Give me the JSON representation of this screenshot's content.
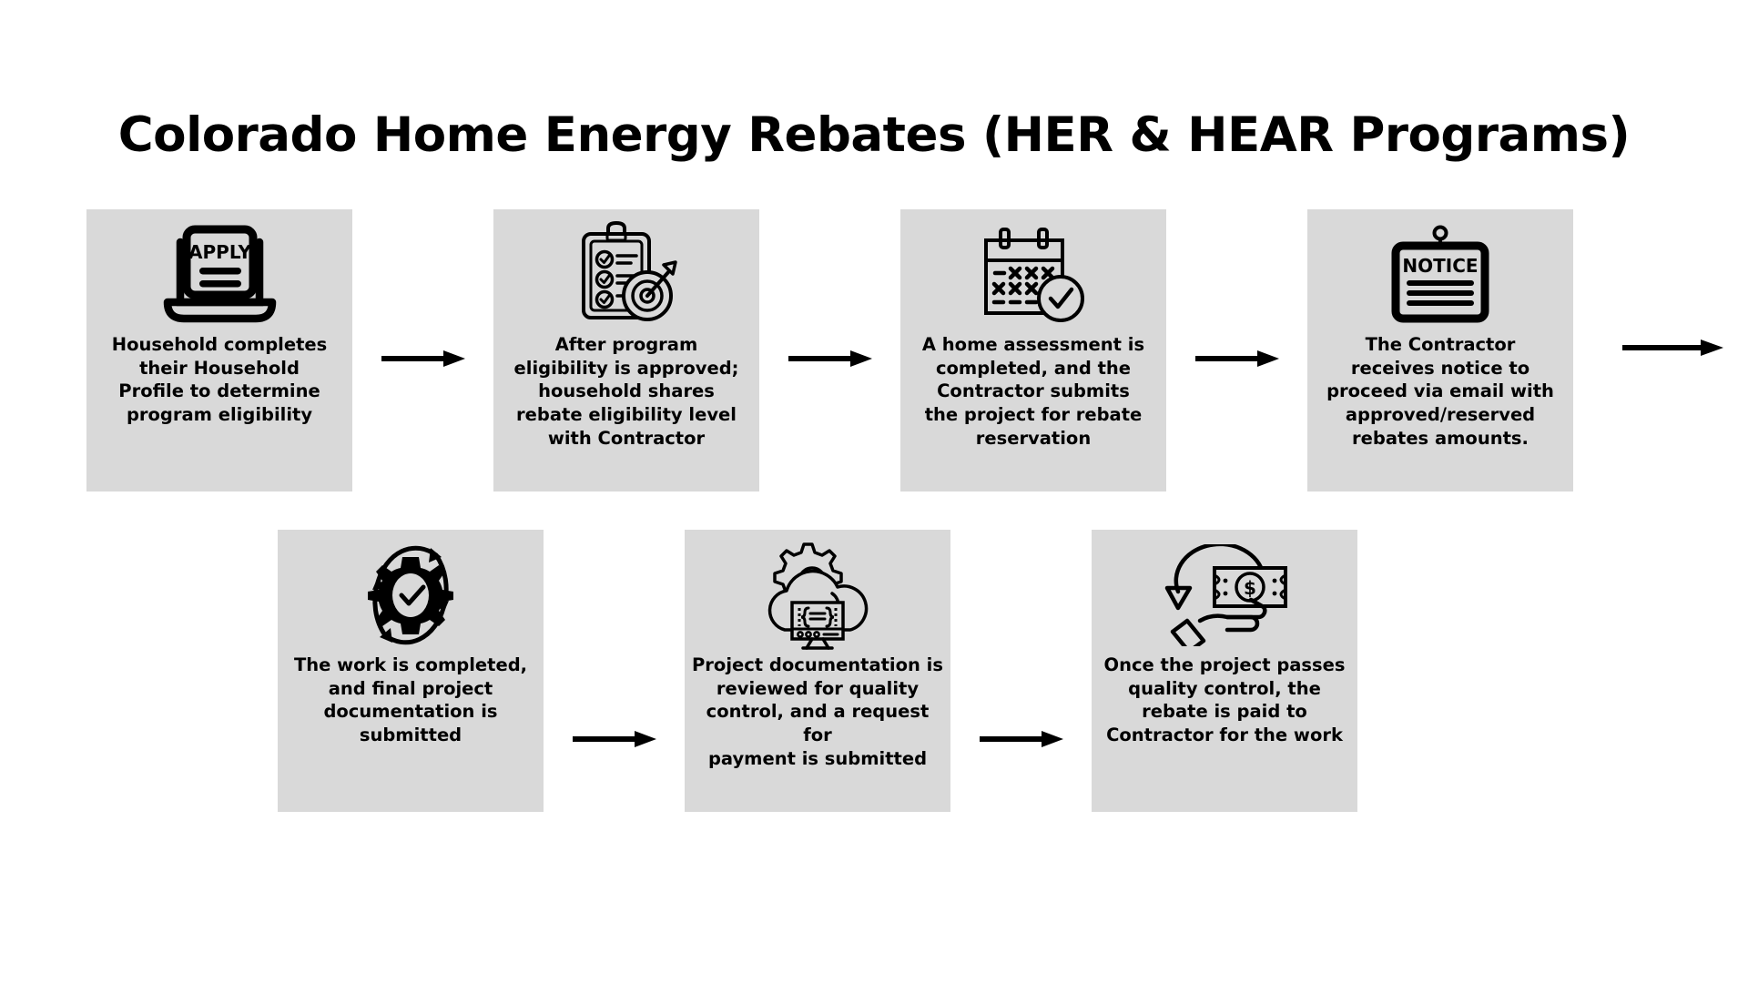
{
  "title": "Colorado Home Energy Rebates (HER & HEAR Programs)",
  "colors": {
    "card_background": "#d9d9d9",
    "page_background": "#ffffff",
    "text": "#000000",
    "arrow": "#000000"
  },
  "icon_labels": {
    "apply": "APPLY",
    "notice": "NOTICE",
    "dollar": "$"
  },
  "flow": {
    "row1": [
      {
        "id": "step-1",
        "icon": "laptop-apply-icon",
        "text": "Household  completes\ntheir Household\nProfile to determine\nprogram eligibility"
      },
      {
        "id": "step-2",
        "icon": "clipboard-target-icon",
        "text": "After program\neligibility is approved;\nhousehold shares\nrebate eligibility level\nwith Contractor"
      },
      {
        "id": "step-3",
        "icon": "calendar-check-icon",
        "text": "A home assessment is\ncompleted, and the\nContractor submits\nthe project for rebate\nreservation"
      },
      {
        "id": "step-4",
        "icon": "notice-board-icon",
        "text": "The Contractor\nreceives notice to\nproceed via email with\napproved/reserved\nrebates amounts."
      }
    ],
    "row2": [
      {
        "id": "step-5",
        "icon": "gear-refresh-check-icon",
        "text": "The work is completed,\nand final project\ndocumentation is\nsubmitted"
      },
      {
        "id": "step-6",
        "icon": "cloud-monitor-gear-icon",
        "text": "Project documentation is\nreviewed for quality\ncontrol, and a request for\npayment is submitted"
      },
      {
        "id": "step-7",
        "icon": "hand-money-icon",
        "text": "Once the project passes\nquality control, the\nrebate is paid to\nContractor for the work"
      }
    ]
  },
  "connectors": {
    "row1": [
      "arrow-1-to-2",
      "arrow-2-to-3",
      "arrow-3-to-4"
    ],
    "row1_wrap": "arrow-wrap-to-row2",
    "row2": [
      "arrow-5-to-6",
      "arrow-6-to-7"
    ]
  }
}
